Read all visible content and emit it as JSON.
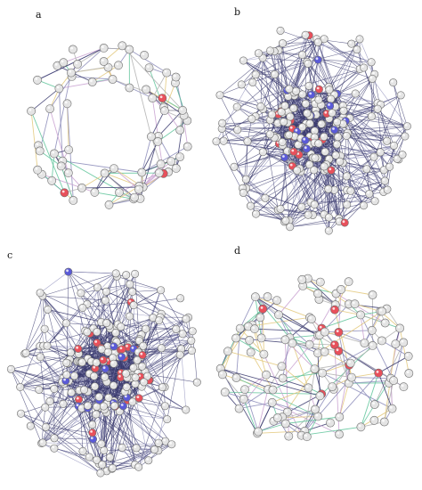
{
  "figure": {
    "panels": [
      {
        "label": "a",
        "density": "sparse",
        "nodes": 70,
        "edge_style": "mixed-evidence"
      },
      {
        "label": "b",
        "density": "dense",
        "nodes": 230,
        "edge_style": "dense-core"
      },
      {
        "label": "c",
        "density": "dense",
        "nodes": 230,
        "edge_style": "dense-core"
      },
      {
        "label": "d",
        "density": "medium",
        "nodes": 110,
        "edge_style": "mixed-evidence"
      }
    ],
    "node_colors": {
      "default": "#e4e4e4",
      "highlight_red": "#e8505b",
      "highlight_blue": "#5a5ad8"
    },
    "edge_colors": [
      "#3a3a6e",
      "#8a8ab8",
      "#5ec49a",
      "#c8a0d0",
      "#e3c87a",
      "#b0b0b0"
    ]
  }
}
